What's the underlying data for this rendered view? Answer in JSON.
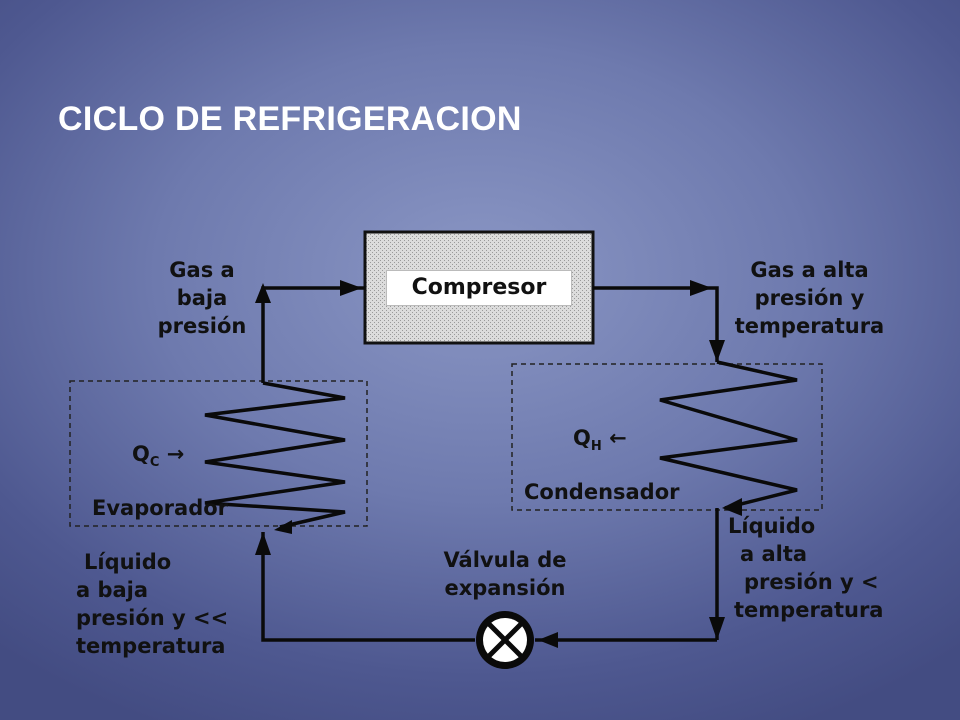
{
  "slide": {
    "title": "CICLO DE REFRIGERACION"
  },
  "diagram": {
    "compresor": "Compresor",
    "gas_baja": [
      "Gas a",
      "baja",
      "presión"
    ],
    "gas_alta": [
      "Gas a alta",
      "presión y",
      "temperatura"
    ],
    "evaporador": "Evaporador",
    "condensador": "Condensador",
    "qc": {
      "symbol": "Q",
      "sub": "C",
      "arrow": "→"
    },
    "qh": {
      "symbol": "Q",
      "sub": "H",
      "arrow": "←"
    },
    "liquido_baja": [
      "Líquido",
      "a baja",
      "presión y <<",
      "temperatura"
    ],
    "liquido_alta": [
      "Líquido",
      "a alta",
      "presión y <",
      "temperatura"
    ],
    "valvula": [
      "Válvula de",
      "expansión"
    ]
  },
  "colors": {
    "background": "#6e7aae",
    "title": "#ffffff",
    "line": "#0a0a0a",
    "compressor_box": "#d8d8d8"
  }
}
